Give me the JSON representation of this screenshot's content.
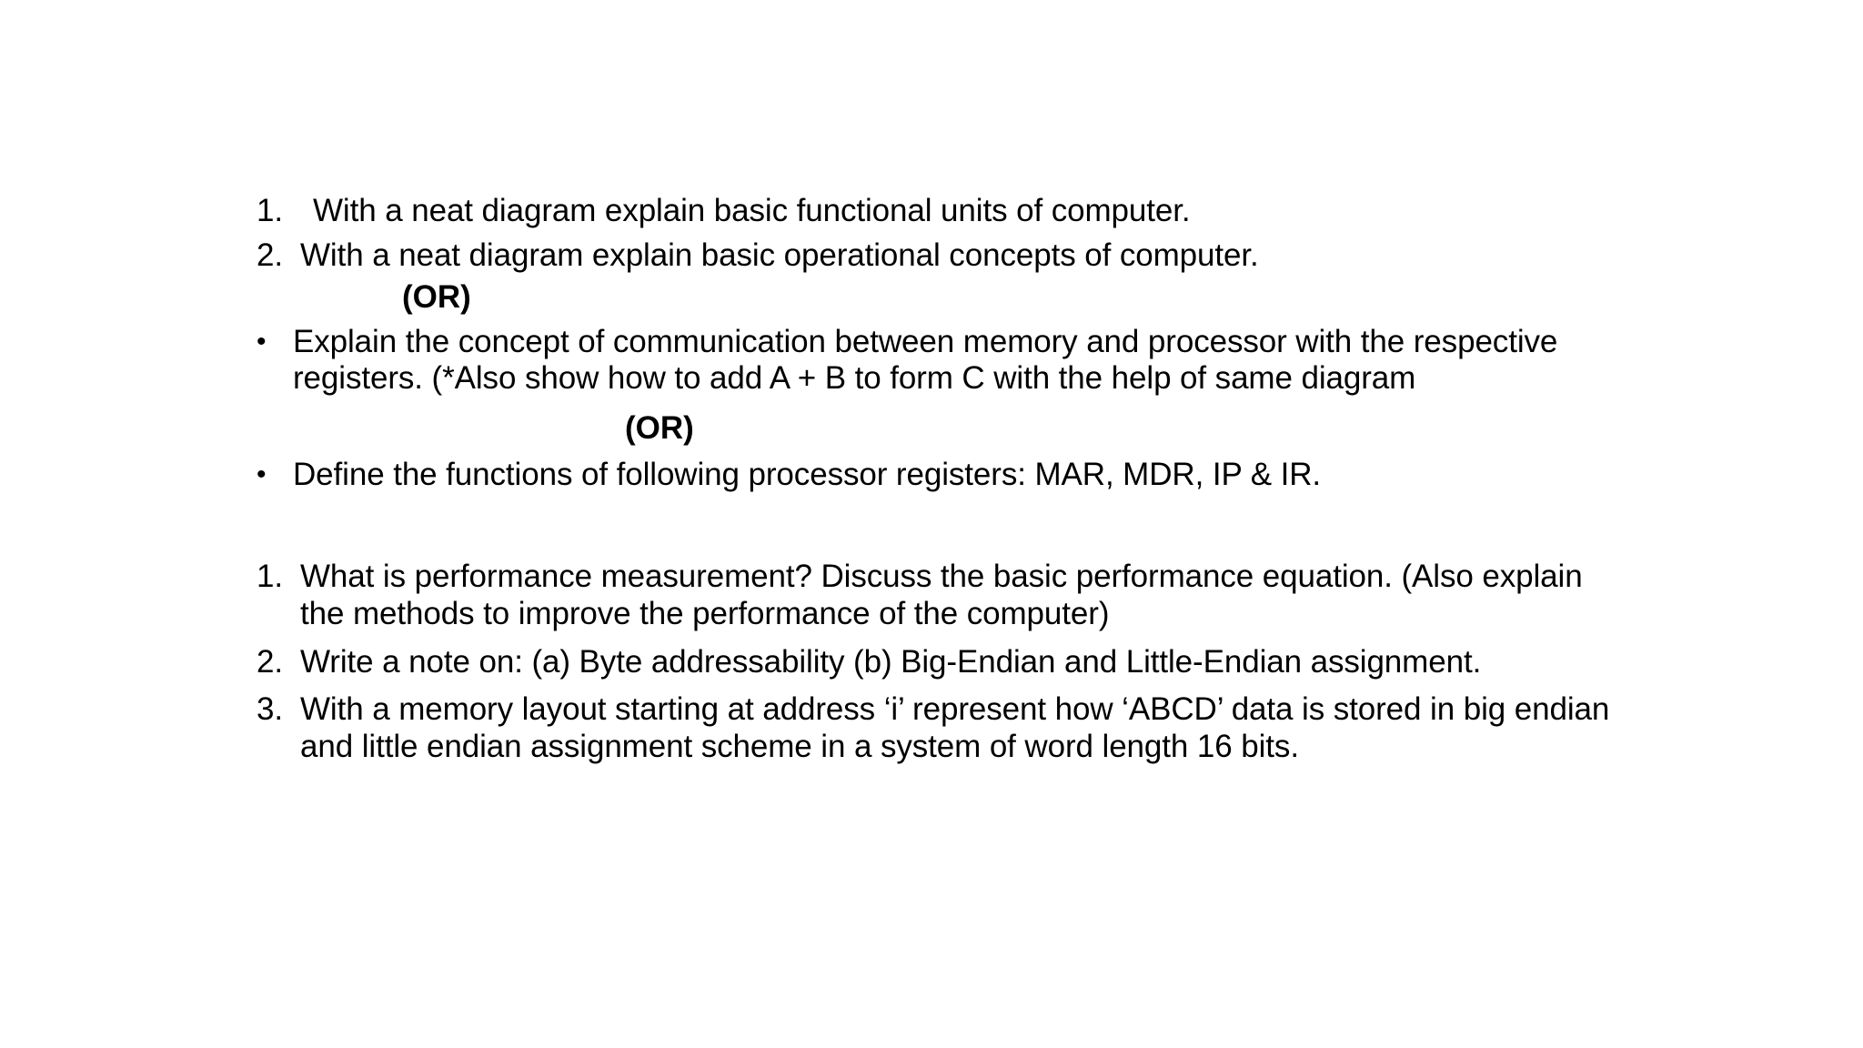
{
  "slide": {
    "background_color": "#ffffff",
    "text_color": "#000000",
    "group_one": {
      "items": [
        {
          "marker": "1.",
          "text": "With a neat diagram explain basic functional units of computer."
        },
        {
          "marker": "2.",
          "text": "With a neat diagram explain basic operational concepts of computer."
        }
      ],
      "or_label": "(OR)",
      "bullets": [
        {
          "marker": "•",
          "text": "Explain the concept of communication between memory and processor with the respective registers. (*Also show how to add A + B to form C with the help of same diagram"
        },
        {
          "marker": "•",
          "text": "Define the functions of following processor registers: MAR, MDR, IP & IR."
        }
      ],
      "or_label_second": "(OR)"
    },
    "group_two": {
      "items": [
        {
          "marker": "1.",
          "text": "What is performance measurement? Discuss the basic performance equation. (Also explain the methods to improve the performance of the computer)"
        },
        {
          "marker": "2.",
          "text": "Write a note on: (a) Byte addressability (b) Big-Endian and Little-Endian assignment."
        },
        {
          "marker": "3.",
          "text": "With a memory layout starting at address ‘i’ represent how ‘ABCD’ data is stored in big endian and little endian assignment scheme in a system of word length 16 bits."
        }
      ]
    }
  }
}
